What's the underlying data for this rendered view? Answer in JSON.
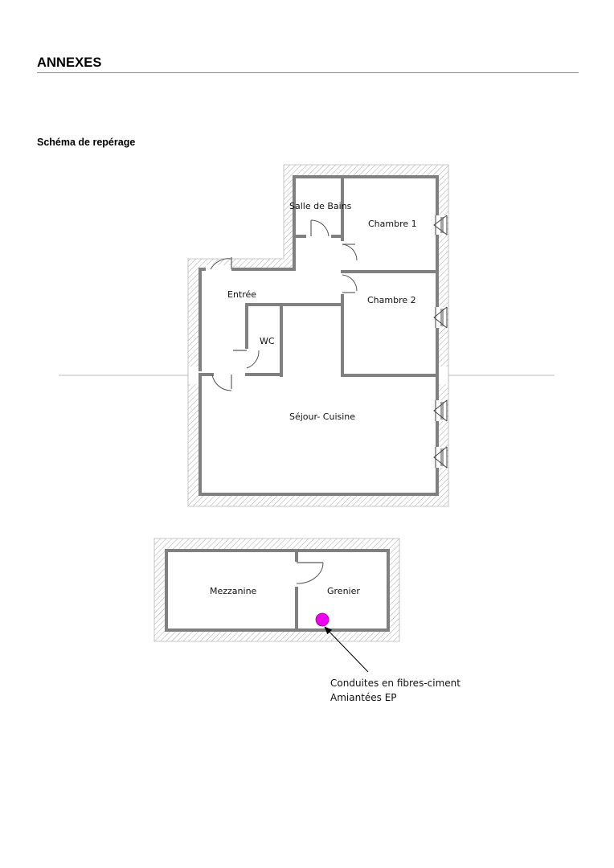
{
  "header": {
    "title": "ANNEXES",
    "section_title": "Schéma de repérage"
  },
  "plan_ground": {
    "rooms": {
      "salle_de_bains": "Salle de Bains",
      "chambre_1": "Chambre 1",
      "entree": "Entrée",
      "chambre_2": "Chambre 2",
      "wc": "WC",
      "sejour_cuisine": "Séjour- Cuisine"
    }
  },
  "plan_upper": {
    "rooms": {
      "mezzanine": "Mezzanine",
      "grenier": "Grenier"
    },
    "marker_color": "#ee00ee",
    "annotation": {
      "line1": "Conduites en fibres-ciment",
      "line2": "Amiantées EP"
    }
  },
  "colors": {
    "wall": "#808080",
    "hatch": "#b0b0b0",
    "marker": "#ee00ee"
  }
}
